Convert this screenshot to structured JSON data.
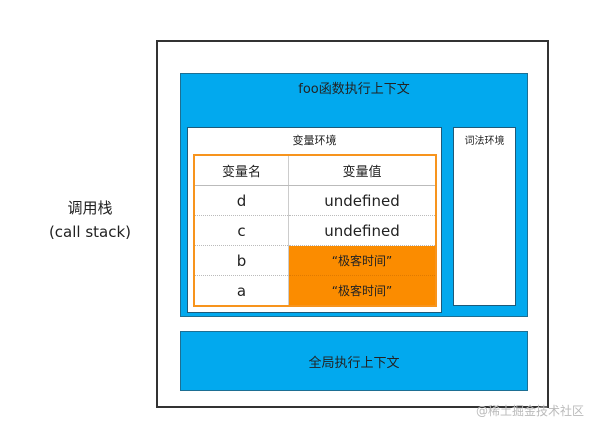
{
  "call_stack": {
    "label": "调用栈",
    "sublabel": "(call stack)"
  },
  "foo_context": {
    "title": "foo函数执行上下文",
    "variable_env": {
      "title": "变量环境",
      "headers": [
        "变量名",
        "变量值"
      ],
      "rows": [
        {
          "name": "d",
          "value": "undefined",
          "highlight": false
        },
        {
          "name": "c",
          "value": "undefined",
          "highlight": false
        },
        {
          "name": "b",
          "value": "“极客时间”",
          "highlight": true
        },
        {
          "name": "a",
          "value": "“极客时间”",
          "highlight": true
        }
      ]
    },
    "lexical_env": {
      "title": "词法环境"
    }
  },
  "global_context": {
    "title": "全局执行上下文"
  },
  "watermark": "@稀土掘金技术社区",
  "colors": {
    "context_blue": "#02a9ee",
    "highlight_orange": "#fb8c00",
    "table_border": "#f7941d"
  }
}
